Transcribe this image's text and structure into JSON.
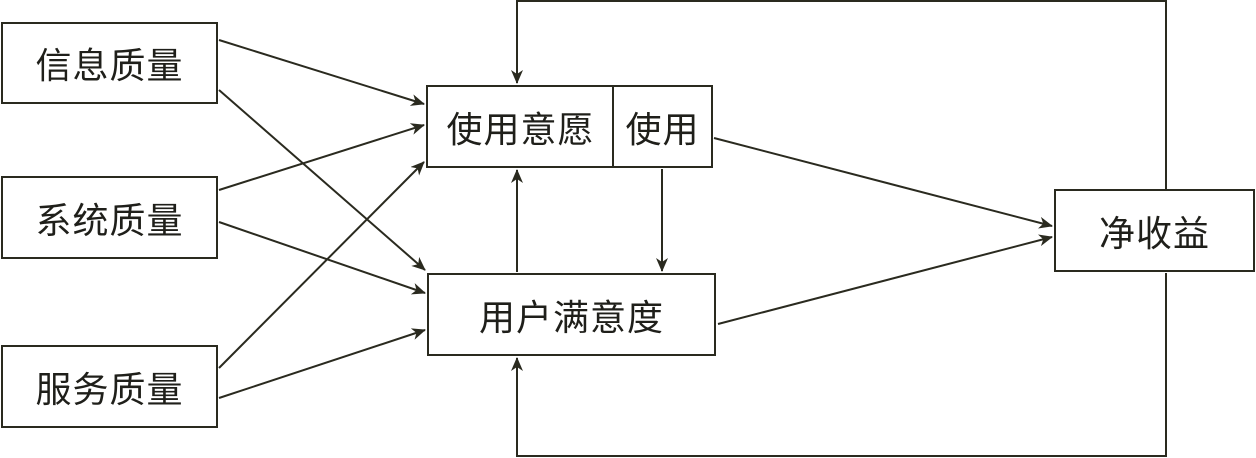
{
  "nodes": {
    "info_quality": "信息质量",
    "system_quality": "系统质量",
    "service_quality": "服务质量",
    "intention_to_use": "使用意愿",
    "use": "使用",
    "user_satisfaction": "用户满意度",
    "net_benefits": "净收益"
  },
  "colors": {
    "line": "#2a2a1f",
    "text": "#1f1f1a",
    "background": "#ffffff"
  }
}
